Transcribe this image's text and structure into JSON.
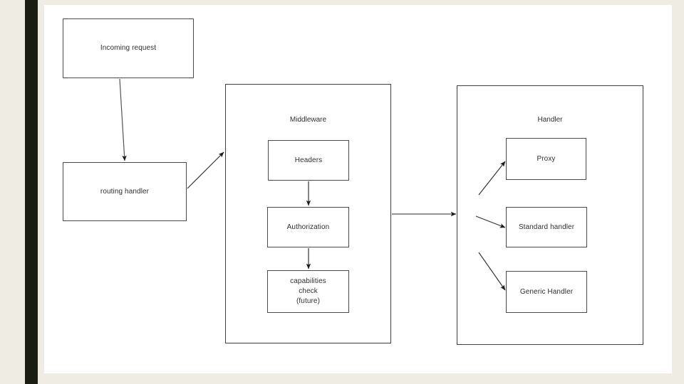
{
  "slide": {
    "background_color": "#efece4",
    "accent_bar_color": "#1b1c12",
    "canvas_color": "#ffffff"
  },
  "diagram": {
    "type": "flowchart",
    "stroke_color": "#4a4a4a",
    "text_color": "#2f2f2f",
    "nodes": [
      {
        "id": "incoming-request",
        "label": "Incoming request"
      },
      {
        "id": "routing-handler",
        "label": "routing handler"
      },
      {
        "id": "headers",
        "label": "Headers"
      },
      {
        "id": "authorization",
        "label": "Authorization"
      },
      {
        "id": "capabilities-check",
        "label": "capabilities\ncheck\n(future)"
      },
      {
        "id": "proxy",
        "label": "Proxy"
      },
      {
        "id": "standard-handler",
        "label": "Standard handler"
      },
      {
        "id": "generic-handler",
        "label": "Generic Handler"
      }
    ],
    "groups": [
      {
        "id": "middleware",
        "title": "Middleware"
      },
      {
        "id": "handler",
        "title": "Handler"
      }
    ],
    "edges": [
      {
        "from": "incoming-request",
        "to": "routing-handler"
      },
      {
        "from": "routing-handler",
        "to": "middleware"
      },
      {
        "from": "headers",
        "to": "authorization"
      },
      {
        "from": "authorization",
        "to": "capabilities-check"
      },
      {
        "from": "middleware",
        "to": "handler"
      },
      {
        "from": "handler",
        "to": "proxy"
      },
      {
        "from": "handler",
        "to": "standard-handler"
      },
      {
        "from": "handler",
        "to": "generic-handler"
      }
    ]
  }
}
